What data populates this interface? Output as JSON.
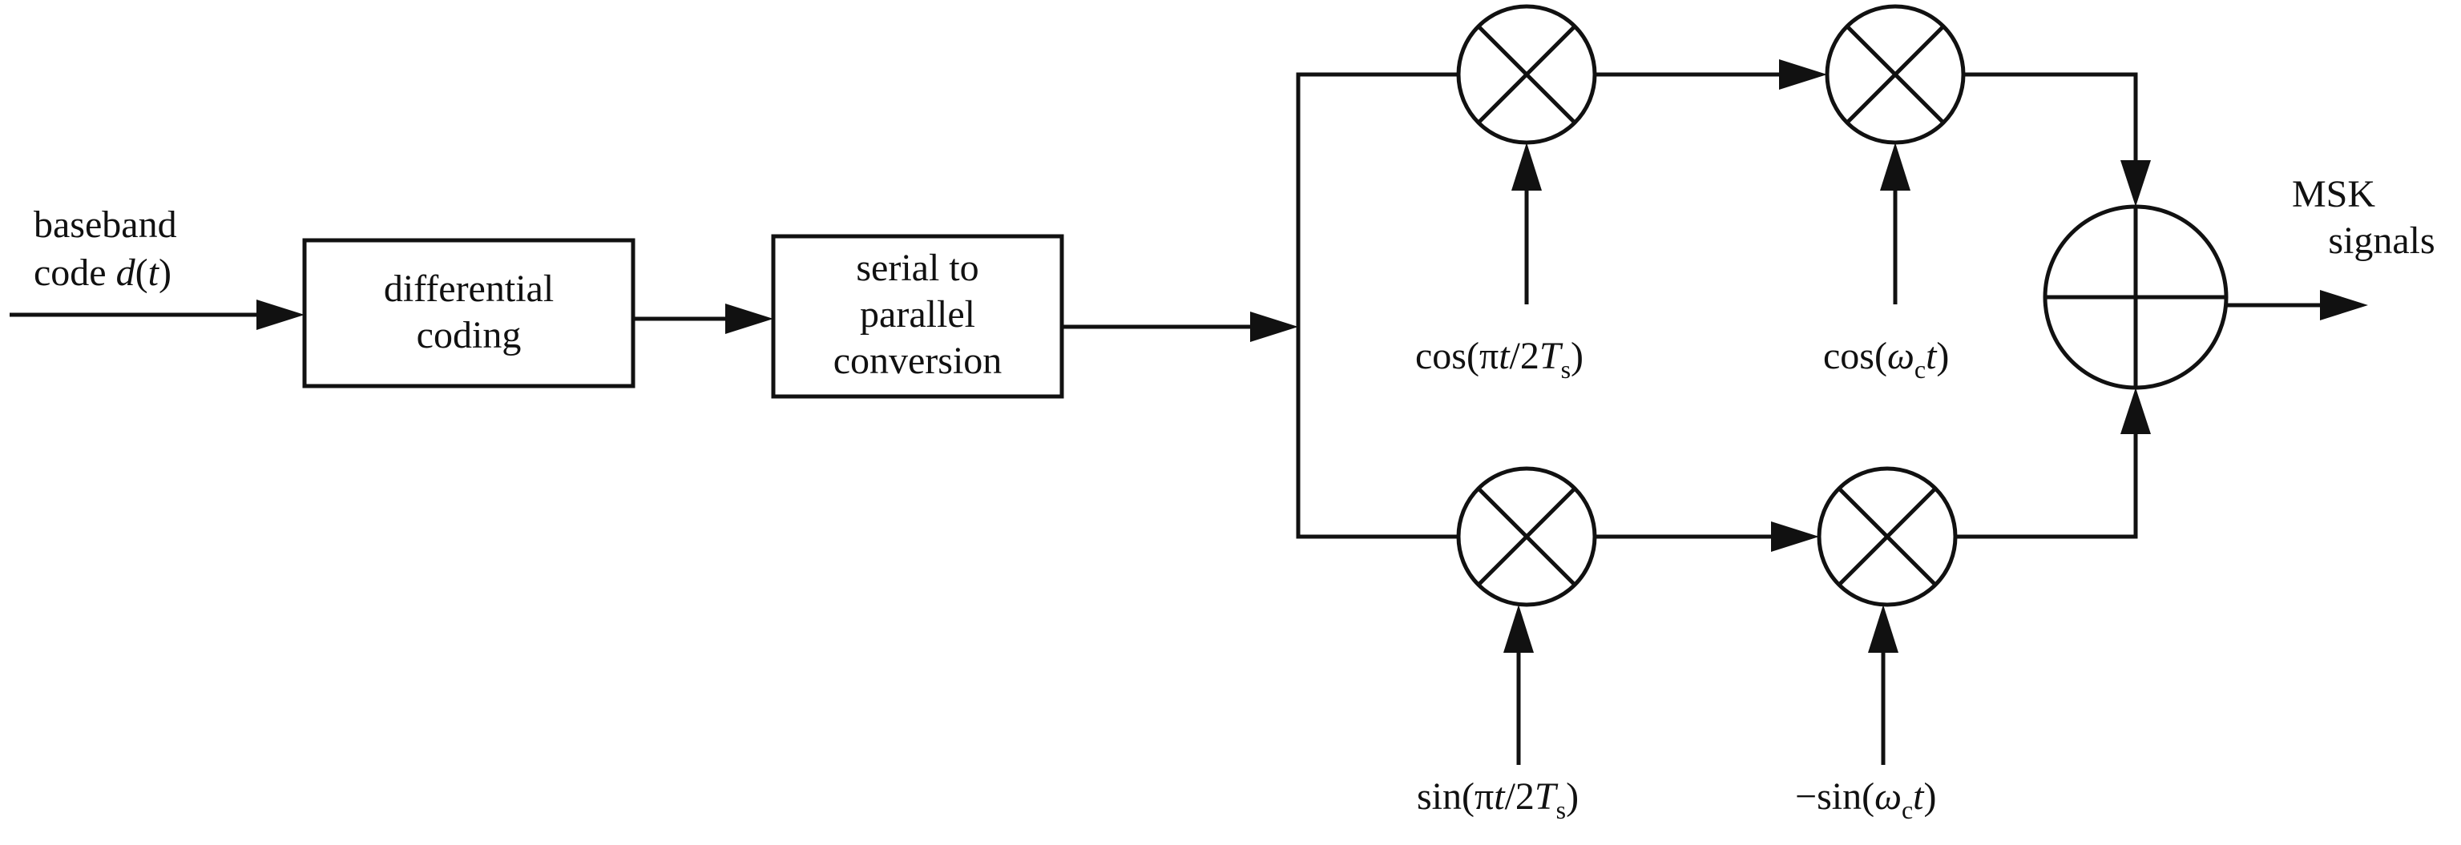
{
  "input_label": {
    "line1": "baseband",
    "line2_prefix": "code ",
    "line2_var": "d",
    "line2_paren_open": "(",
    "line2_arg": "t",
    "line2_paren_close": ")"
  },
  "blocks": {
    "differential_coding": {
      "line1": "differential",
      "line2": "coding"
    },
    "serial_to_parallel": {
      "line1": "serial to",
      "line2": "parallel",
      "line3": "conversion"
    }
  },
  "carriers": {
    "cos_pi": {
      "pre": "cos(π",
      "var": "t",
      "mid": "/2",
      "T": "T",
      "sub": "s",
      "post": ")"
    },
    "cos_wc": {
      "pre": "cos(",
      "omega": "ω",
      "sub": "c",
      "var": "t",
      "post": ")"
    },
    "sin_pi": {
      "pre": "sin(π",
      "var": "t",
      "mid": "/2",
      "T": "T",
      "sub": "s",
      "post": ")"
    },
    "neg_sin_wc": {
      "pre": "−sin(",
      "omega": "ω",
      "sub": "c",
      "var": "t",
      "post": ")"
    }
  },
  "output_label": {
    "line1": "MSK",
    "line2": "signals"
  }
}
